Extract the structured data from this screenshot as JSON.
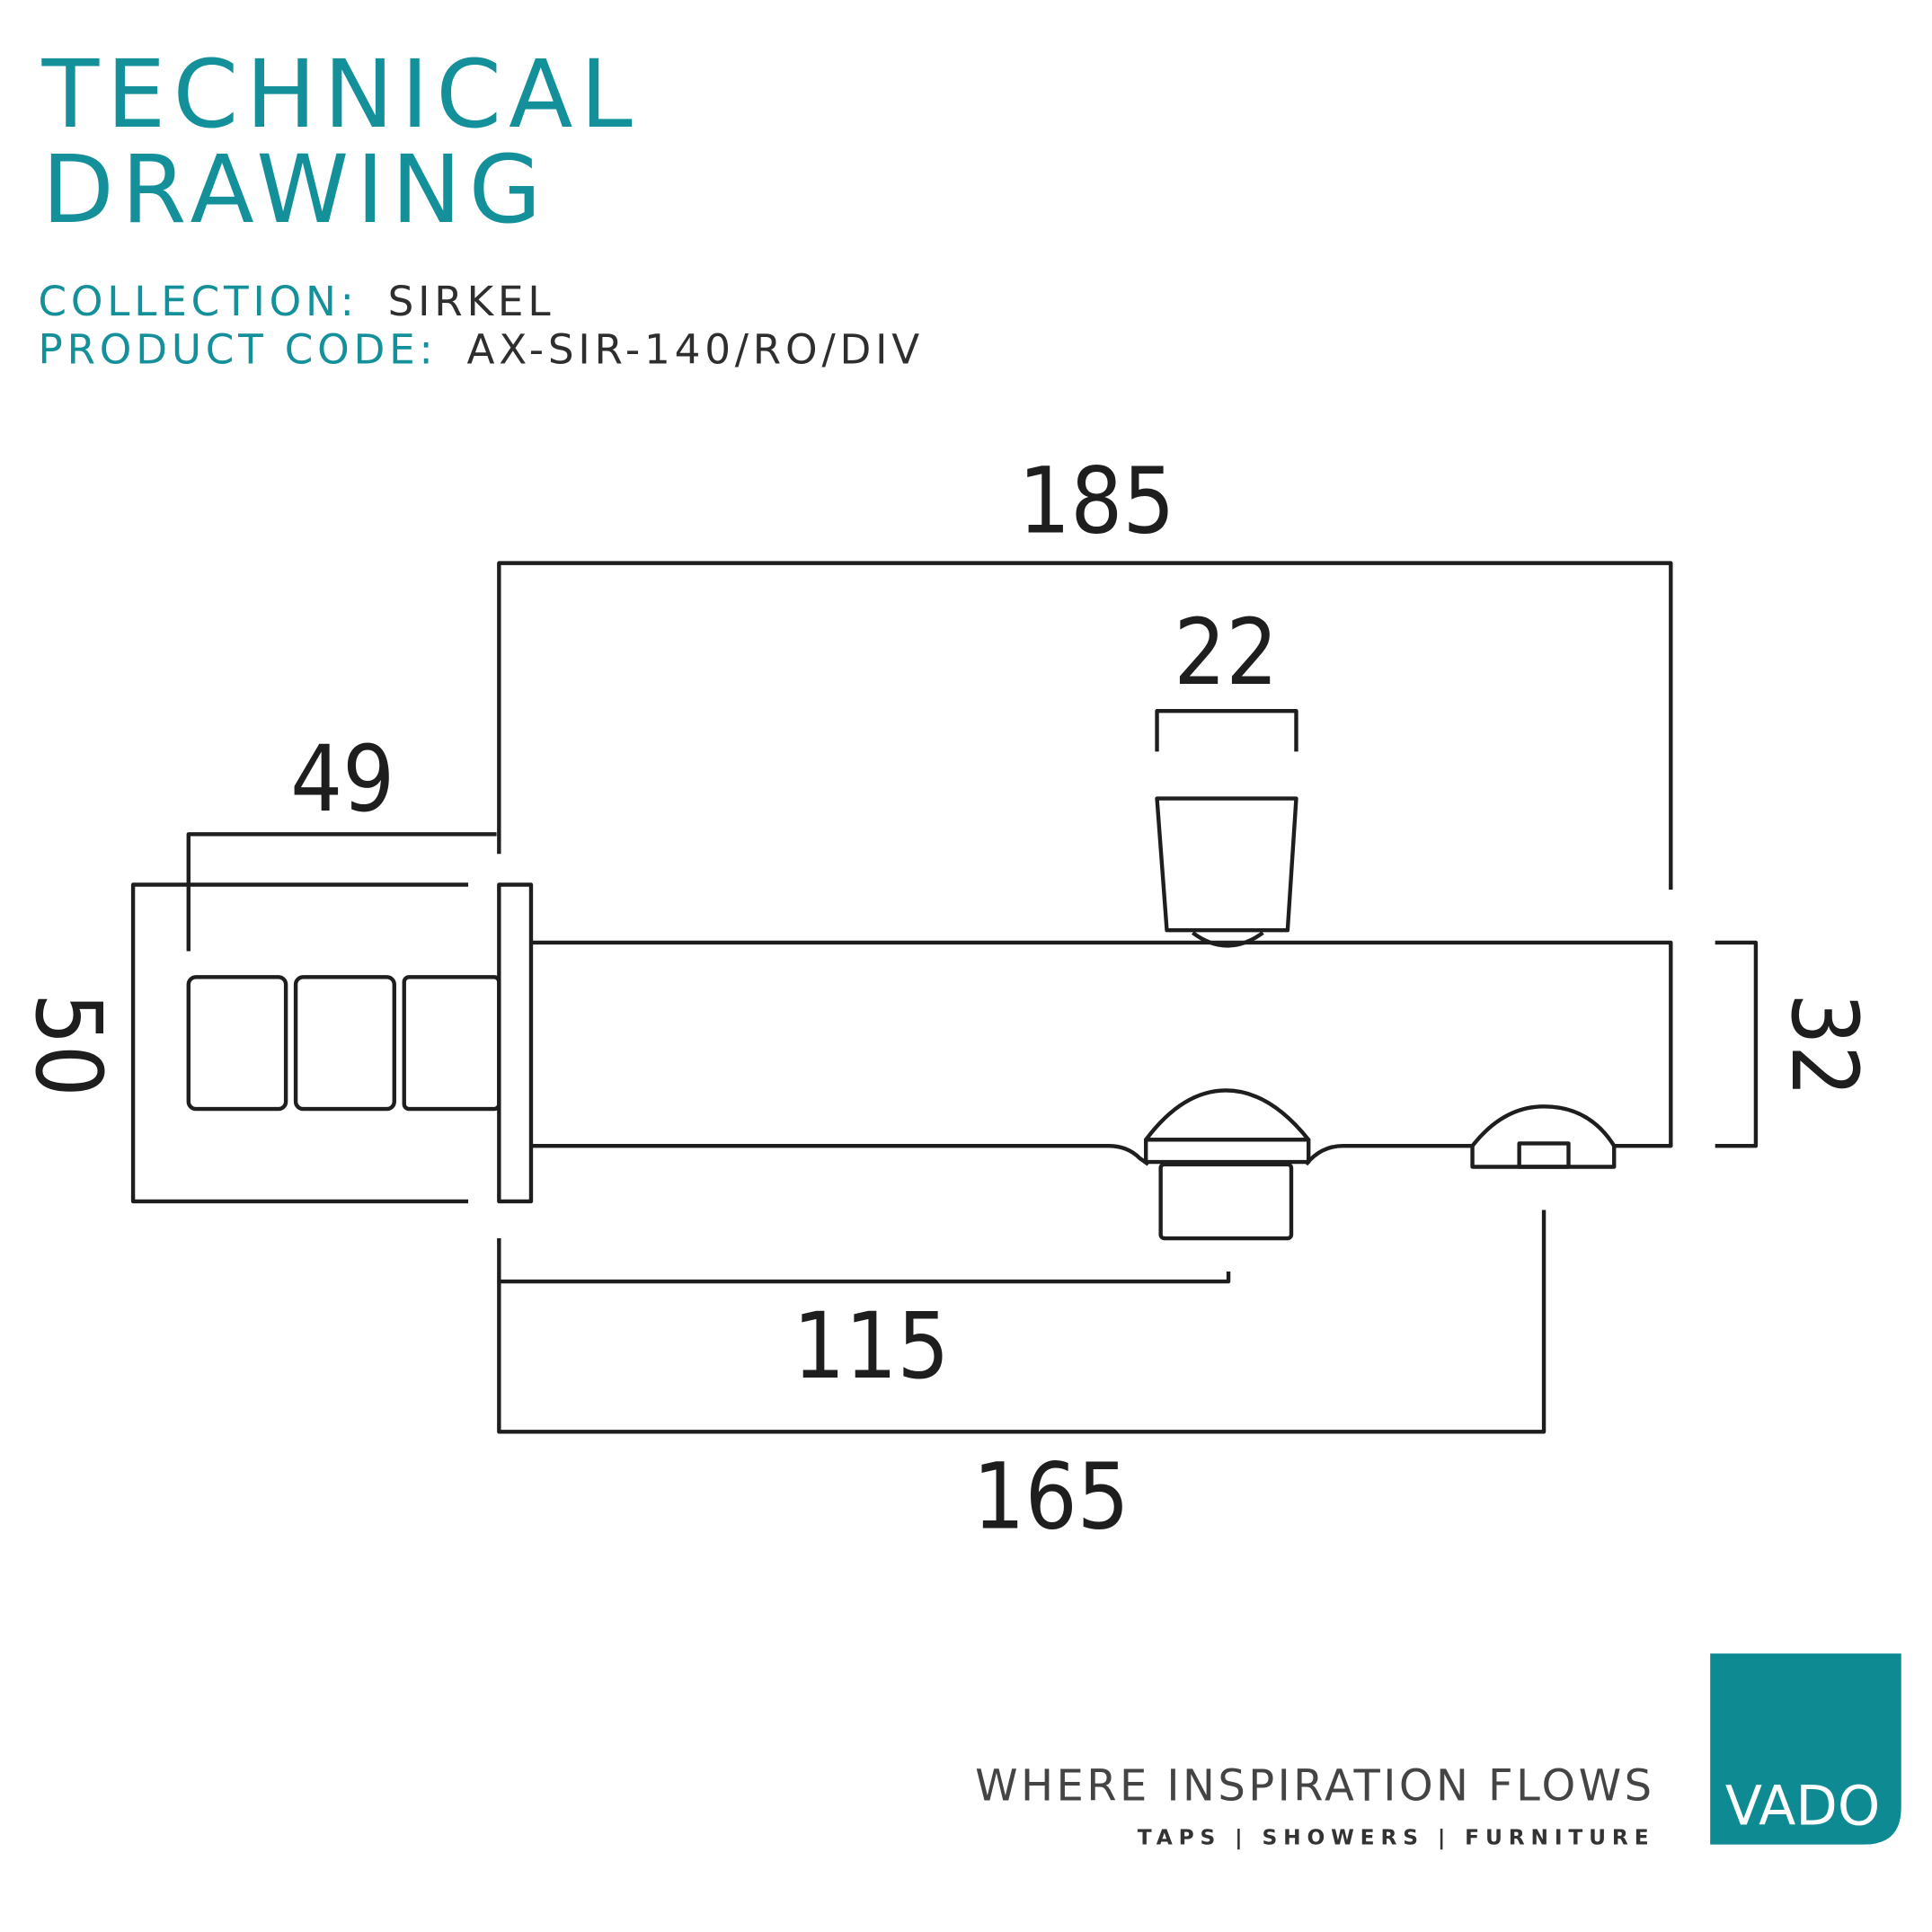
{
  "header": {
    "title_line1": "TECHNICAL",
    "title_line2": "DRAWING",
    "collection_label": "COLLECTION:",
    "collection_value": "SIRKEL",
    "product_code_label": "PRODUCT CODE:",
    "product_code_value": "AX-SIR-140/RO/DIV"
  },
  "dimensions": {
    "overall_length": "185",
    "handle_width": "22",
    "backplate_depth": "49",
    "backplate_height": "50",
    "spout_height": "32",
    "diverter_offset": "115",
    "outlet_offset": "165"
  },
  "footer": {
    "tagline": "WHERE INSPIRATION FLOWS",
    "subline": "TAPS | SHOWERS | FURNITURE",
    "logo_text": "VADO"
  },
  "colors": {
    "accent": "#13909a",
    "line": "#1e1e1e"
  }
}
